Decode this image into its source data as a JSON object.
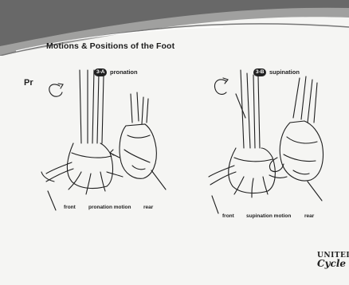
{
  "slide": {
    "title": "Motions & Positions of the Foot",
    "corner_text": "Pr",
    "logo": {
      "line1": "UNITED",
      "line2": "Cycle"
    }
  },
  "pronation": {
    "badge": "3-A",
    "title": "pronation",
    "label_front": "front",
    "label_motion": "pronation motion",
    "label_rear": "rear"
  },
  "supination": {
    "badge": "3-B",
    "title": "supination",
    "label_front": "front",
    "label_motion": "supination motion",
    "label_rear": "rear"
  }
}
